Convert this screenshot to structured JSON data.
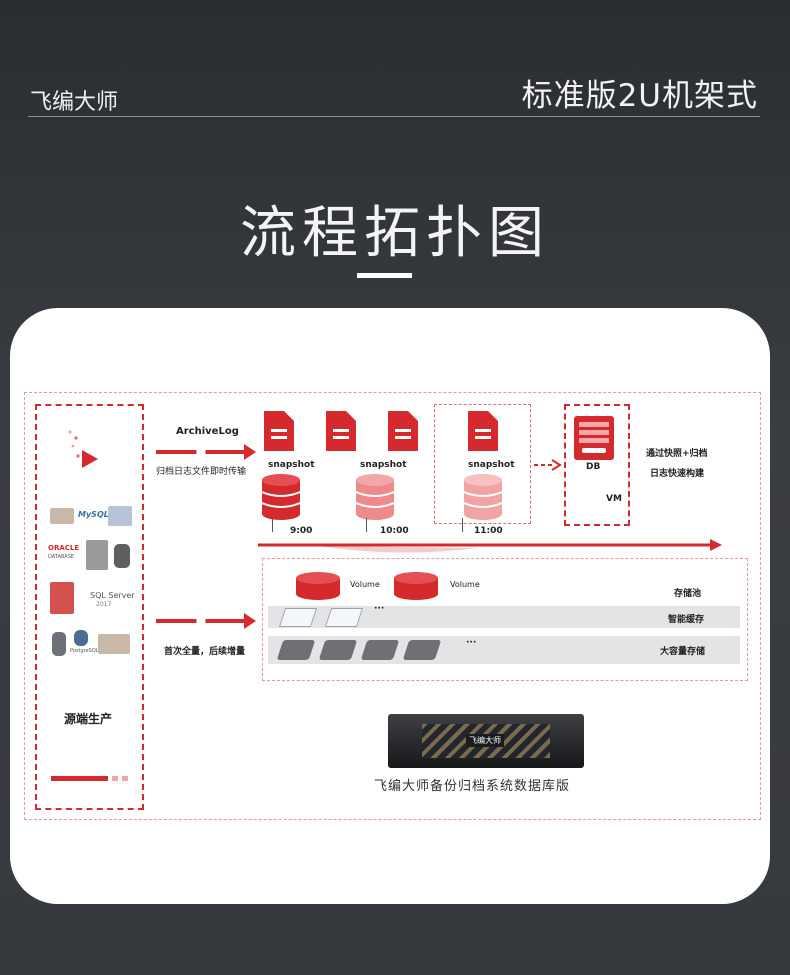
{
  "header": {
    "brand": "飞编大师",
    "edition": "标准版2U机架式"
  },
  "heading": {
    "title": "流程拓扑图"
  },
  "diagram": {
    "archivelog_label": "ArchiveLog",
    "archivelog_desc": "归档日志文件即时传输",
    "snapshot_label": "snapshot",
    "times": [
      "9:00",
      "10:00",
      "11:00"
    ],
    "db_label": "DB",
    "vm_label": "VM",
    "vm_desc_line1": "通过快照+归档",
    "vm_desc_line2": "日志快速构建",
    "full_sync_desc": "首次全量，后续增量",
    "source_label": "源端生产",
    "volume_label": "Volume",
    "storage_pool": "存储池",
    "smart_cache": "智能缓存",
    "large_storage": "大容量存储",
    "ellipsis": "···",
    "server_caption": "飞编大师备份归档系统数据库版",
    "server_logo": "飞编大师",
    "oracle_text": "ORACLE",
    "oracle_sub": "DATABASE",
    "mysql_text": "MySQL",
    "sqlserver_text": "SQL Server",
    "sqlserver_year": "2017",
    "postgres_text": "PostgreSQL"
  },
  "colors": {
    "accent": "#d42a2e",
    "accent_light": "#ef8a8c",
    "background": "#2e3135"
  }
}
